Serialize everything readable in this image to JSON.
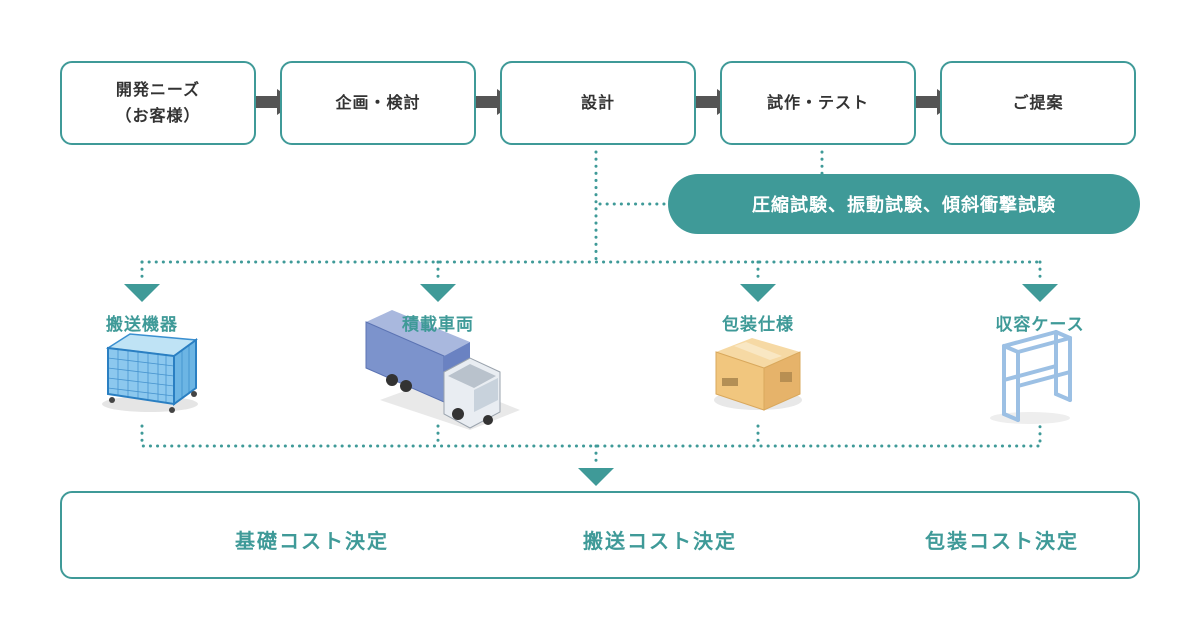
{
  "process_steps": [
    {
      "label": "開発ニーズ\n（お客様）"
    },
    {
      "label": "企画・検討"
    },
    {
      "label": "設計"
    },
    {
      "label": "試作・テスト"
    },
    {
      "label": "ご提案"
    }
  ],
  "tests": {
    "label": "圧縮試験、振動試験、傾斜衝撃試験"
  },
  "categories": [
    {
      "label": "搬送機器",
      "icon": "mesh-cage-cart-icon"
    },
    {
      "label": "積載車両",
      "icon": "truck-icon"
    },
    {
      "label": "包装仕様",
      "icon": "cardboard-box-icon"
    },
    {
      "label": "収容ケース",
      "icon": "steel-rack-icon"
    }
  ],
  "results": [
    {
      "label": "基礎コスト決定"
    },
    {
      "label": "搬送コスト決定"
    },
    {
      "label": "包装コスト決定"
    }
  ],
  "colors": {
    "accent": "#3f9a98",
    "arrow": "#555555",
    "text": "#333333"
  }
}
